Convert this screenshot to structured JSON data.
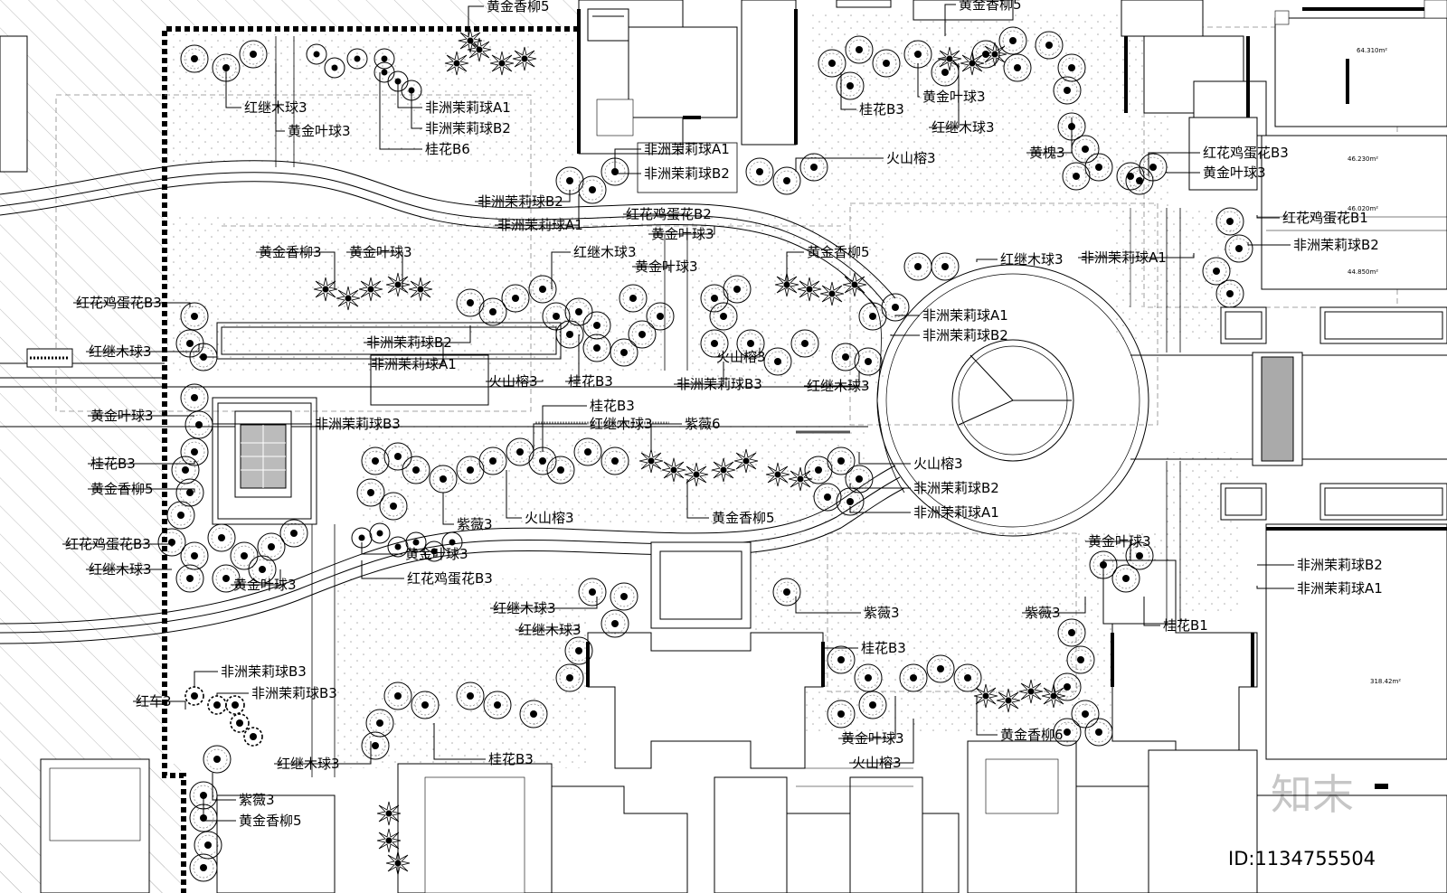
{
  "labels": [
    "黄金香柳5",
    "红继木球3",
    "黄金叶球3",
    "非洲茉莉球A1",
    "非洲茉莉球B2",
    "桂花B6",
    "黄金香柳5",
    "桂花B3",
    "黄金叶球3",
    "红继木球3",
    "黄槐3",
    "红花鸡蛋花B3",
    "黄金叶球3",
    "火山榕3",
    "非洲茉莉球A1",
    "非洲茉莉球B2",
    "非洲茉莉球B2",
    "非洲茉莉球A1",
    "红花鸡蛋花B2",
    "黄金叶球3",
    "红花鸡蛋花B1",
    "非洲茉莉球B2",
    "非洲茉莉球A1",
    "红继木球3",
    "黄金香柳3",
    "黄金叶球3",
    "红继木球3",
    "黄金叶球3",
    "黄金香柳5",
    "红花鸡蛋花B3",
    "红继木球3",
    "非洲茉莉球B2",
    "非洲茉莉球A1",
    "非洲茉莉球A1",
    "非洲茉莉球B2",
    "火山榕3",
    "桂花B3",
    "非洲茉莉球B3",
    "火山榕3",
    "红继木球3",
    "黄金叶球3",
    "非洲茉莉球B3",
    "桂花B3",
    "红继木球3",
    "紫薇6",
    "桂花B3",
    "黄金香柳5",
    "火山榕3",
    "非洲茉莉球B2",
    "非洲茉莉球A1",
    "火山榕3",
    "黄金香柳5",
    "紫薇3",
    "红花鸡蛋花B3",
    "红继木球3",
    "黄金叶球3",
    "黄金叶球3",
    "红花鸡蛋花B3",
    "黄金叶球3",
    "非洲茉莉球B2",
    "非洲茉莉球A1",
    "红继木球3",
    "紫薇3",
    "红继木球3",
    "紫薇3",
    "桂花B1",
    "桂花B3",
    "非洲茉莉球B3",
    "非洲茉莉球B3",
    "红车3",
    "红继木球3",
    "桂花B3",
    "黄金叶球3",
    "火山榕3",
    "黄金香柳6",
    "紫薇3",
    "黄金香柳5"
  ],
  "area_labels": [
    "64.310m²",
    "46.230m²",
    "46.020m²",
    "44.850m²",
    "318.42m²"
  ],
  "tree_tags": [
    "桂花",
    "黄槐",
    "紫薇",
    "火山榕"
  ],
  "watermark": {
    "brand": "知末",
    "id": "ID:1134755504"
  }
}
